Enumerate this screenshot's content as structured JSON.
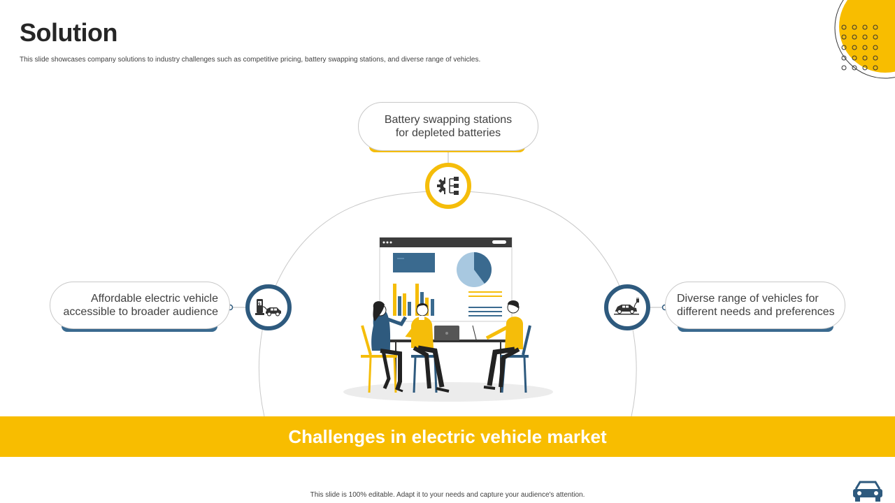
{
  "slide": {
    "title": "Solution",
    "subtitle": "This slide showcases company solutions to industry challenges such as competitive pricing, battery swapping stations, and diverse range of vehicles.",
    "banner": "Challenges in electric vehicle market",
    "footer": "This slide is 100% editable.  Adapt it to your needs and capture your audience's attention."
  },
  "solutions": {
    "top": {
      "line1": "Battery swapping stations",
      "line2": "for depleted batteries",
      "icon": "gear-battery-icon"
    },
    "left": {
      "line1": "Affordable electric vehicle",
      "line2": "accessible to broader audience",
      "icon": "charging-station-car-icon"
    },
    "right": {
      "line1": "Diverse range of vehicles for",
      "line2": "different needs and preferences",
      "icon": "electric-car-plug-icon"
    }
  },
  "colors": {
    "accent_yellow": "#f8bd00",
    "accent_blue": "#2e5a7e",
    "text_dark": "#262626"
  }
}
